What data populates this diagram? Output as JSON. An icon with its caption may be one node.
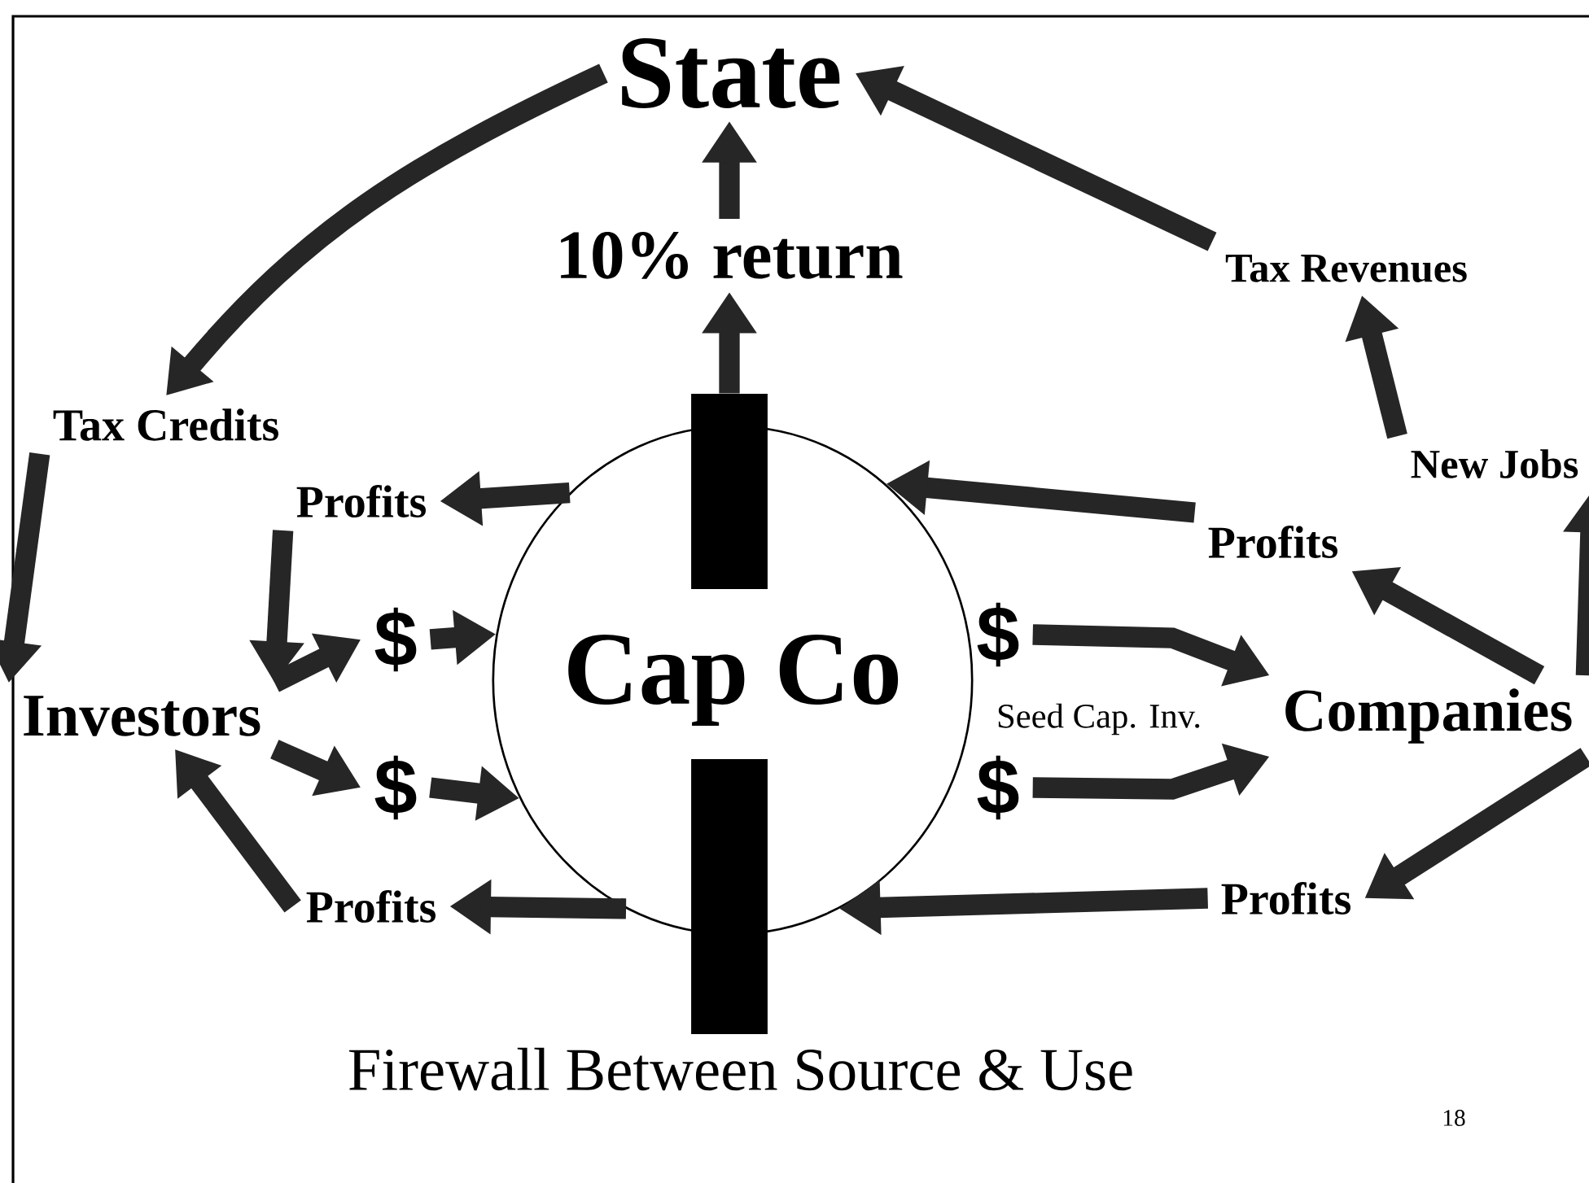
{
  "diagram": {
    "nodes": [
      {
        "text": [
          "State"
        ]
      },
      {
        "text": [
          "10% return"
        ]
      },
      {
        "text": [
          "Cap Co"
        ]
      },
      {
        "text": [
          "Tax Credits"
        ]
      },
      {
        "text": [
          "Investors"
        ]
      },
      {
        "text": [
          "Profits"
        ]
      },
      {
        "text": [
          "Profits"
        ]
      },
      {
        "text": [
          "$"
        ]
      },
      {
        "text": [
          "$"
        ]
      },
      {
        "text": [
          "$"
        ]
      },
      {
        "text": [
          "$"
        ]
      },
      {
        "text": [
          "Companies"
        ]
      },
      {
        "text": [
          "Profits"
        ]
      },
      {
        "text": [
          "Profits"
        ]
      },
      {
        "text": [
          "New Jobs"
        ]
      },
      {
        "text": [
          "Tax Revenues"
        ]
      },
      {
        "text": [],
        "shape": "bar"
      },
      {
        "text": [],
        "shape": "bar"
      }
    ],
    "edges": [
      {
        "from": 0,
        "to": 3,
        "arrow": "to"
      },
      {
        "from": 1,
        "to": 0,
        "arrow": "to"
      },
      {
        "from": 16,
        "to": 1,
        "arrow": "to"
      },
      {
        "from": 3,
        "to": 4,
        "arrow": "to"
      },
      {
        "from": 5,
        "to": 4,
        "arrow": "to"
      },
      {
        "from": 2,
        "to": 5,
        "arrow": "to"
      },
      {
        "from": 4,
        "to": 7,
        "arrow": "to"
      },
      {
        "from": 7,
        "to": 2,
        "arrow": "to"
      },
      {
        "from": 4,
        "to": 8,
        "arrow": "to"
      },
      {
        "from": 8,
        "to": 2,
        "arrow": "to"
      },
      {
        "from": 2,
        "to": 6,
        "arrow": "to"
      },
      {
        "from": 6,
        "to": 4,
        "arrow": "to"
      },
      {
        "from": 9,
        "to": 11,
        "arrow": "to"
      },
      {
        "from": 10,
        "to": 11,
        "arrow": "to"
      },
      {
        "from": 12,
        "to": 2,
        "arrow": "to"
      },
      {
        "from": 11,
        "to": 12,
        "arrow": "to"
      },
      {
        "from": 11,
        "to": 14,
        "arrow": "to"
      },
      {
        "from": 14,
        "to": 15,
        "arrow": "to"
      },
      {
        "from": 15,
        "to": 0,
        "arrow": "to"
      },
      {
        "from": 11,
        "to": 13,
        "arrow": "to"
      },
      {
        "from": 13,
        "to": 2,
        "arrow": "to"
      }
    ],
    "labels": [
      "Seed Cap. Inv.",
      "Firewall Between Source & Use",
      "18"
    ]
  }
}
